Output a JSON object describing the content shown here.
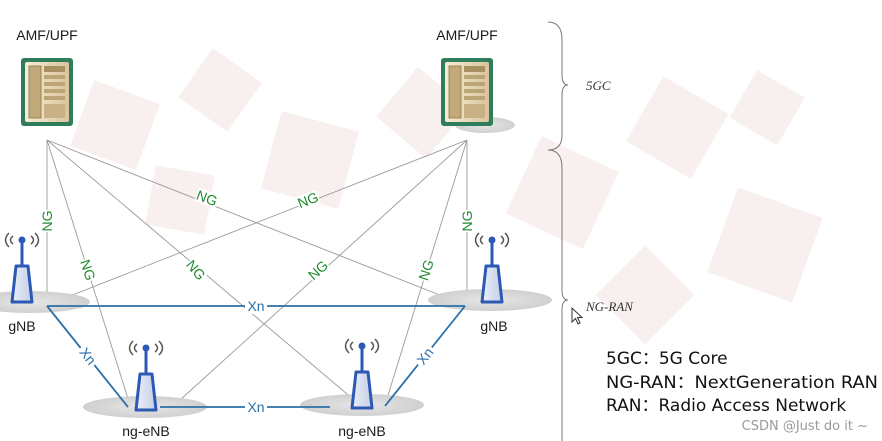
{
  "nodes": {
    "amf_left": "AMF/UPF",
    "amf_right": "AMF/UPF",
    "gnb_left": "gNB",
    "gnb_right": "gNB",
    "ngenb_left": "ng-eNB",
    "ngenb_right": "ng-eNB"
  },
  "interfaces": {
    "ng": "NG",
    "xn": "Xn"
  },
  "tiers": {
    "core": "5GC",
    "ran": "NG-RAN"
  },
  "legend": {
    "line1": "5GC：5G Core",
    "line2": "NG-RAN：NextGeneration RAN",
    "line3": "RAN：Radio Access Network"
  },
  "watermark": "CSDN @Just do it ~",
  "colors": {
    "ng_link": "#9a9a9a",
    "xn_link": "#2c6fa8",
    "ng_text": "#1e8a2e",
    "server_frame": "#2f7d5a",
    "antenna": "#2b59b5"
  },
  "icons": [
    "server-icon",
    "antenna-tower-icon"
  ]
}
